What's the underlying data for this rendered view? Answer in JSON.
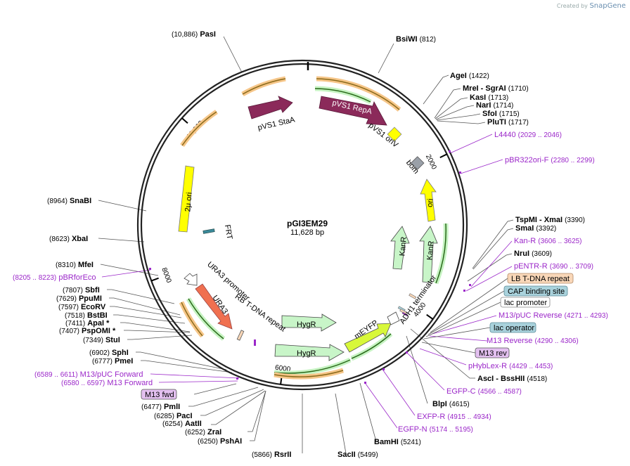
{
  "credit": {
    "prefix": "Created by",
    "brand": "SnapGene"
  },
  "plasmid": {
    "name": "pGI3EM29",
    "size": "11,628 bp",
    "total": 11628
  },
  "ticks": [
    {
      "label": "2000",
      "bp": 2000
    },
    {
      "label": "4000",
      "bp": 4000
    },
    {
      "label": "6000",
      "bp": 6000
    },
    {
      "label": "8000",
      "bp": 8000
    },
    {
      "label": "10,000",
      "bp": 10000
    }
  ],
  "colors": {
    "repA": "#8b2a5a",
    "ori_y": "#ffff00",
    "rom": "#9aa0a8",
    "kan": "#c8f5c8",
    "hyg": "#c8f5c8",
    "meyfp": "#d8f83a",
    "ura3": "#f07050",
    "pa_box": "#f9d7b8",
    "cap_box": "#a9d2dc",
    "mfwd_box": "#e3c0f0",
    "primer": "#9b27c9"
  },
  "features": [
    {
      "label": "pVS1 RepA"
    },
    {
      "label": "pVS1 StaA"
    },
    {
      "label": "pVS1 oriV"
    },
    {
      "label": "bom"
    },
    {
      "label": "ori"
    },
    {
      "label": "KanR"
    },
    {
      "label": "KanR"
    },
    {
      "label": "ADH1 terminator"
    },
    {
      "label": "mEYFP"
    },
    {
      "label": "HygR"
    },
    {
      "label": "HygR"
    },
    {
      "label": "RB T-DNA repeat"
    },
    {
      "label": "URA3"
    },
    {
      "label": "URA3 promoter"
    },
    {
      "label": "FRT"
    },
    {
      "label": "2μ ori"
    }
  ],
  "sites": {
    "pasi": {
      "pos": "(10,886)",
      "name": "PasI"
    },
    "bsiwi": {
      "name": "BsiWI",
      "pos": "(812)"
    },
    "agei": {
      "name": "AgeI",
      "pos": "(1422)"
    },
    "mrei": {
      "name": "MreI  - SgrAI",
      "pos": "(1710)"
    },
    "kasi": {
      "name": "KasI",
      "pos": "(1713)"
    },
    "nari": {
      "name": "NarI",
      "pos": "(1714)"
    },
    "sfoi": {
      "name": "SfoI",
      "pos": "(1715)"
    },
    "pluti": {
      "name": "PluTI",
      "pos": "(1717)"
    },
    "tspmi": {
      "name": "TspMI  - XmaI",
      "pos": "(3390)"
    },
    "smai": {
      "name": "SmaI",
      "pos": "(3392)"
    },
    "nrui": {
      "name": "NruI",
      "pos": "(3609)"
    },
    "asci": {
      "name": "AscI  - BssHII",
      "pos": "(4518)"
    },
    "blpi": {
      "name": "BlpI",
      "pos": "(4615)"
    },
    "bamhi": {
      "name": "BamHI",
      "pos": "(5241)"
    },
    "sacii": {
      "pos": "(5499)",
      "name": "SacII"
    },
    "rsrii": {
      "pos": "(5866)",
      "name": "RsrII"
    },
    "pshai": {
      "pos": "(6250)",
      "name": "PshAI"
    },
    "zrai": {
      "pos": "(6252)",
      "name": "ZraI"
    },
    "aatii": {
      "pos": "(6254)",
      "name": "AatII"
    },
    "paci": {
      "pos": "(6285)",
      "name": "PacI"
    },
    "pmli": {
      "pos": "(6477)",
      "name": "PmlI"
    },
    "pmei": {
      "pos": "(6777)",
      "name": "PmeI"
    },
    "sphi": {
      "pos": "(6902)",
      "name": "SphI"
    },
    "stui": {
      "pos": "(7349)",
      "name": "StuI"
    },
    "pspomi": {
      "pos": "(7407)",
      "name": "PspOMI *"
    },
    "apai": {
      "pos": "(7411)",
      "name": "ApaI *"
    },
    "bstbi": {
      "pos": "(7518)",
      "name": "BstBI"
    },
    "ecorv": {
      "pos": "(7597)",
      "name": "EcoRV"
    },
    "ppumi": {
      "pos": "(7629)",
      "name": "PpuMI"
    },
    "sbfi": {
      "pos": "(7807)",
      "name": "SbfI"
    },
    "mfei": {
      "pos": "(8310)",
      "name": "MfeI"
    },
    "xbai": {
      "pos": "(8623)",
      "name": "XbaI"
    },
    "snabi": {
      "pos": "(8964)",
      "name": "SnaBI"
    }
  },
  "primers": {
    "l4440": {
      "name": "L4440",
      "pos": "(2029 .. 2046)"
    },
    "pbr322": {
      "name": "pBR322ori-F",
      "pos": "(2280 .. 2299)"
    },
    "kanr": {
      "name": "Kan-R",
      "pos": "(3606 .. 3625)"
    },
    "pentr": {
      "name": "pENTR-R",
      "pos": "(3690 .. 3709)"
    },
    "m13puc_rev": {
      "name": "M13/pUC Reverse",
      "pos": "(4271 .. 4293)"
    },
    "m13_rev": {
      "name": "M13 Reverse",
      "pos": "(4290 .. 4306)"
    },
    "phyblex": {
      "name": "pHybLex-R",
      "pos": "(4429 .. 4453)"
    },
    "egfpc": {
      "name": "EGFP-C",
      "pos": "(4566 .. 4587)"
    },
    "exfp": {
      "name": "EXFP-R",
      "pos": "(4915 .. 4934)"
    },
    "egfpn": {
      "name": "EGFP-N",
      "pos": "(5174 .. 5195)"
    },
    "m13puc_fwd": {
      "pos": "(6589 .. 6611)",
      "name": "M13/pUC Forward"
    },
    "m13_fwd": {
      "pos": "(6580 .. 6597)",
      "name": "M13 Forward"
    },
    "pbrforeco": {
      "pos": "(8205 .. 8223)",
      "name": "pBRforEco"
    }
  },
  "boxes": {
    "lb": "LB T-DNA repeat",
    "cap": "CAP binding site",
    "lacprom": "lac promoter",
    "lacop": "lac operator",
    "m13rev": "M13 rev",
    "m13fwd": "M13 fwd"
  }
}
